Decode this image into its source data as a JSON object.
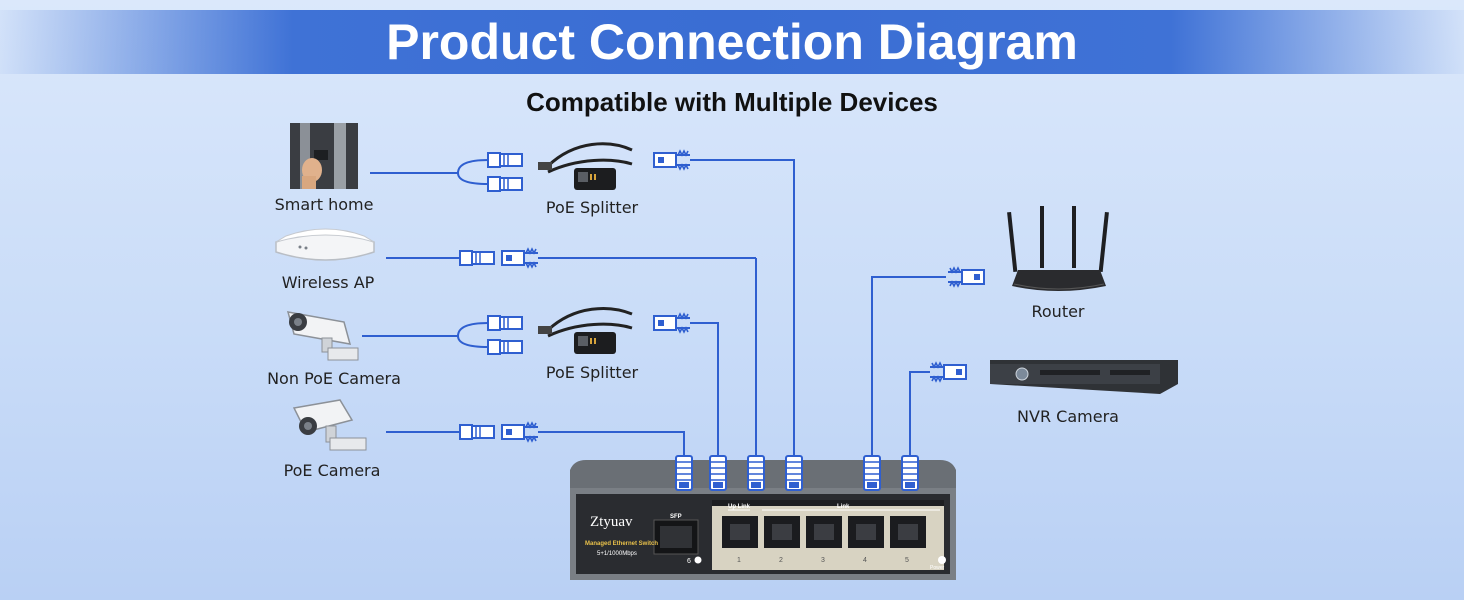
{
  "header": {
    "title": "Product Connection Diagram",
    "subtitle": "Compatible with Multiple Devices"
  },
  "devices": {
    "smart_home": "Smart home",
    "wireless_ap": "Wireless AP",
    "non_poe_camera": "Non PoE Camera",
    "poe_camera": "PoE Camera",
    "router": "Router",
    "nvr_camera": "NVR Camera"
  },
  "adapters": {
    "splitter_1": "PoE Splitter",
    "splitter_2": "PoE Splitter"
  },
  "switch": {
    "brand": "Ztyuav",
    "model": "Managed Ethernet Switch",
    "speed": "5+1/1000Mbps",
    "sfp_label": "SFP",
    "uplink_label": "Up Link",
    "link_label": "Link",
    "power_label": "Power",
    "sfp_port_number": "6",
    "port_numbers": [
      "1",
      "2",
      "3",
      "4",
      "5"
    ]
  },
  "colors": {
    "banner": "#3a6dd3",
    "cable": "#2f5fd0",
    "switch_body": "#6e7379",
    "switch_panel": "#2d2f33"
  }
}
